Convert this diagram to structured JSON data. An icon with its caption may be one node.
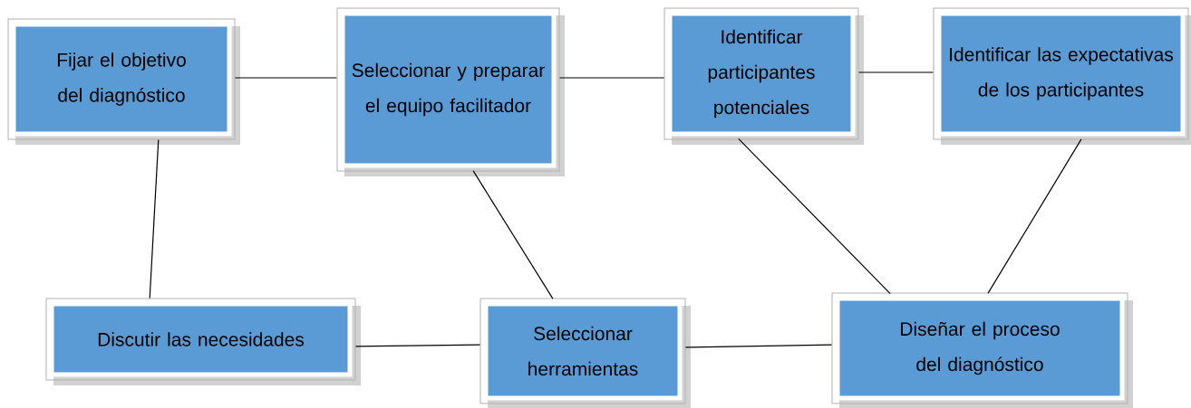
{
  "diagram": {
    "nodes": [
      {
        "text": [
          "Fijar el objetivo del diagnóstico"
        ]
      },
      {
        "text": [
          "Seleccionar y preparar el equipo facilitador"
        ]
      },
      {
        "text": [
          "Identificar participantes potenciales"
        ]
      },
      {
        "text": [
          "Identificar las expectativas de los participantes"
        ]
      },
      {
        "text": [
          "Discutir las necesidades"
        ]
      },
      {
        "text": [
          "Seleccionar herramientas"
        ]
      },
      {
        "text": [
          "Diseñar el proceso del diagnóstico"
        ]
      }
    ],
    "edges": [
      {
        "from": 0,
        "to": 1,
        "arrow": "none"
      },
      {
        "from": 1,
        "to": 2,
        "arrow": "none"
      },
      {
        "from": 2,
        "to": 3,
        "arrow": "none"
      },
      {
        "from": 0,
        "to": 4,
        "arrow": "none"
      },
      {
        "from": 1,
        "to": 5,
        "arrow": "none"
      },
      {
        "from": 2,
        "to": 6,
        "arrow": "none"
      },
      {
        "from": 3,
        "to": 6,
        "arrow": "none"
      },
      {
        "from": 4,
        "to": 5,
        "arrow": "none"
      },
      {
        "from": 5,
        "to": 6,
        "arrow": "none"
      }
    ]
  }
}
